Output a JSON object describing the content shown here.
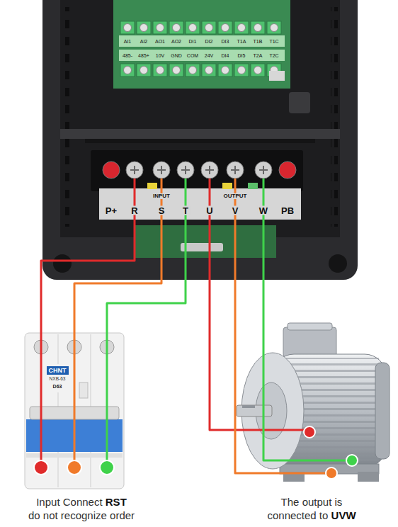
{
  "diagram": {
    "nodes": [
      {
        "text": [
          "CHNT",
          "NXB-63",
          "D63"
        ]
      }
    ],
    "labels": [
      "AI1",
      "AI2",
      "AO1",
      "AO2",
      "DI1",
      "DI2",
      "DI3",
      "T1A",
      "T1B",
      "T1C",
      "485-",
      "485+",
      "10V",
      "GND",
      "COM",
      "24V",
      "DI4",
      "DI5",
      "T2A",
      "T2C",
      "INPUT",
      "OUTPUT",
      "P+",
      "R",
      "S",
      "T",
      "U",
      "V",
      "W",
      "PB",
      "Input Connect RST do not recognize order",
      "The output is connected to UVW"
    ]
  }
}
